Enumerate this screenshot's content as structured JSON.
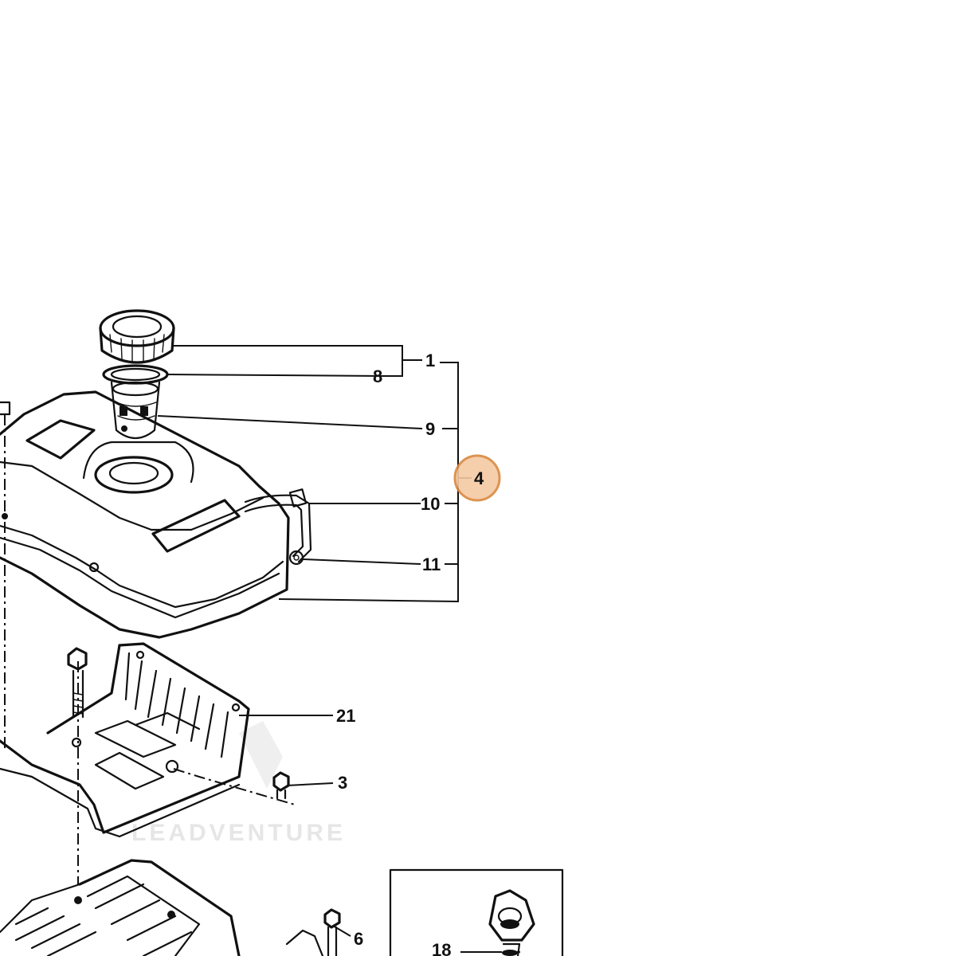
{
  "diagram": {
    "callouts": [
      {
        "id": "c1",
        "text": "1"
      },
      {
        "id": "c3",
        "text": "3"
      },
      {
        "id": "c4",
        "text": "4"
      },
      {
        "id": "c6",
        "text": "6"
      },
      {
        "id": "c8",
        "text": "8"
      },
      {
        "id": "c9",
        "text": "9"
      },
      {
        "id": "c10",
        "text": "10"
      },
      {
        "id": "c11",
        "text": "11"
      },
      {
        "id": "c18",
        "text": "18"
      },
      {
        "id": "c21",
        "text": "21"
      }
    ],
    "highlight_color": "#f5c9a4",
    "highlight_stroke": "#d9893f",
    "watermark": "LEADVENTURE"
  }
}
